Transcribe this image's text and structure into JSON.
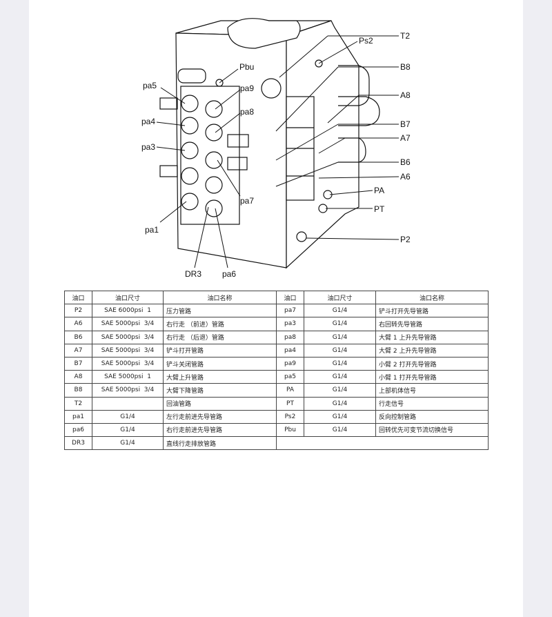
{
  "diagram": {
    "labels": [
      "T2",
      "Ps2",
      "Pbu",
      "B8",
      "pa5",
      "pa9",
      "A8",
      "pa8",
      "pa4",
      "B7",
      "A7",
      "pa3",
      "B6",
      "A6",
      "PA",
      "pa7",
      "PT",
      "pa1",
      "P2",
      "DR3",
      "pa6"
    ]
  },
  "table_left": {
    "headers": [
      "油口",
      "油口尺寸",
      "油口名称"
    ],
    "rows": [
      [
        "P2",
        "SAE 6000psi  1",
        "压力管路"
      ],
      [
        "A6",
        "SAE 5000psi  3/4",
        "右行走 （前进）管路"
      ],
      [
        "B6",
        "SAE 5000psi  3/4",
        "右行走 （后退）管路"
      ],
      [
        "A7",
        "SAE 5000psi  3/4",
        "铲斗打开管路"
      ],
      [
        "B7",
        "SAE 5000psi  3/4",
        "铲斗关闭管路"
      ],
      [
        "A8",
        "SAE 5000psi  1",
        "大臂上升管路"
      ],
      [
        "B8",
        "SAE 5000psi  3/4",
        "大臂下降管路"
      ],
      [
        "T2",
        "",
        "回油管路"
      ],
      [
        "pa1",
        "G1/4",
        "左行走前进先导管路"
      ],
      [
        "pa6",
        "G1/4",
        "右行走前进先导管路"
      ],
      [
        "DR3",
        "G1/4",
        "直线行走排放管路"
      ]
    ]
  },
  "table_right": {
    "headers": [
      "油口",
      "油口尺寸",
      "油口名称"
    ],
    "rows": [
      [
        "pa7",
        "G1/4",
        "铲斗打开先导管路"
      ],
      [
        "pa3",
        "G1/4",
        "右回转先导管路"
      ],
      [
        "pa8",
        "G1/4",
        "大臂 1 上升先导管路"
      ],
      [
        "pa4",
        "G1/4",
        "大臂 2 上升先导管路"
      ],
      [
        "pa9",
        "G1/4",
        "小臂 2 打开先导管路"
      ],
      [
        "pa5",
        "G1/4",
        "小臂 1 打开先导管路"
      ],
      [
        "PA",
        "G1/4",
        "上部机体信号"
      ],
      [
        "PT",
        "G1/4",
        "行走信号"
      ],
      [
        "Ps2",
        "G1/4",
        "反向控制管路"
      ],
      [
        "Pbu",
        "G1/4",
        "回转优先可变节流切换信号"
      ]
    ]
  }
}
